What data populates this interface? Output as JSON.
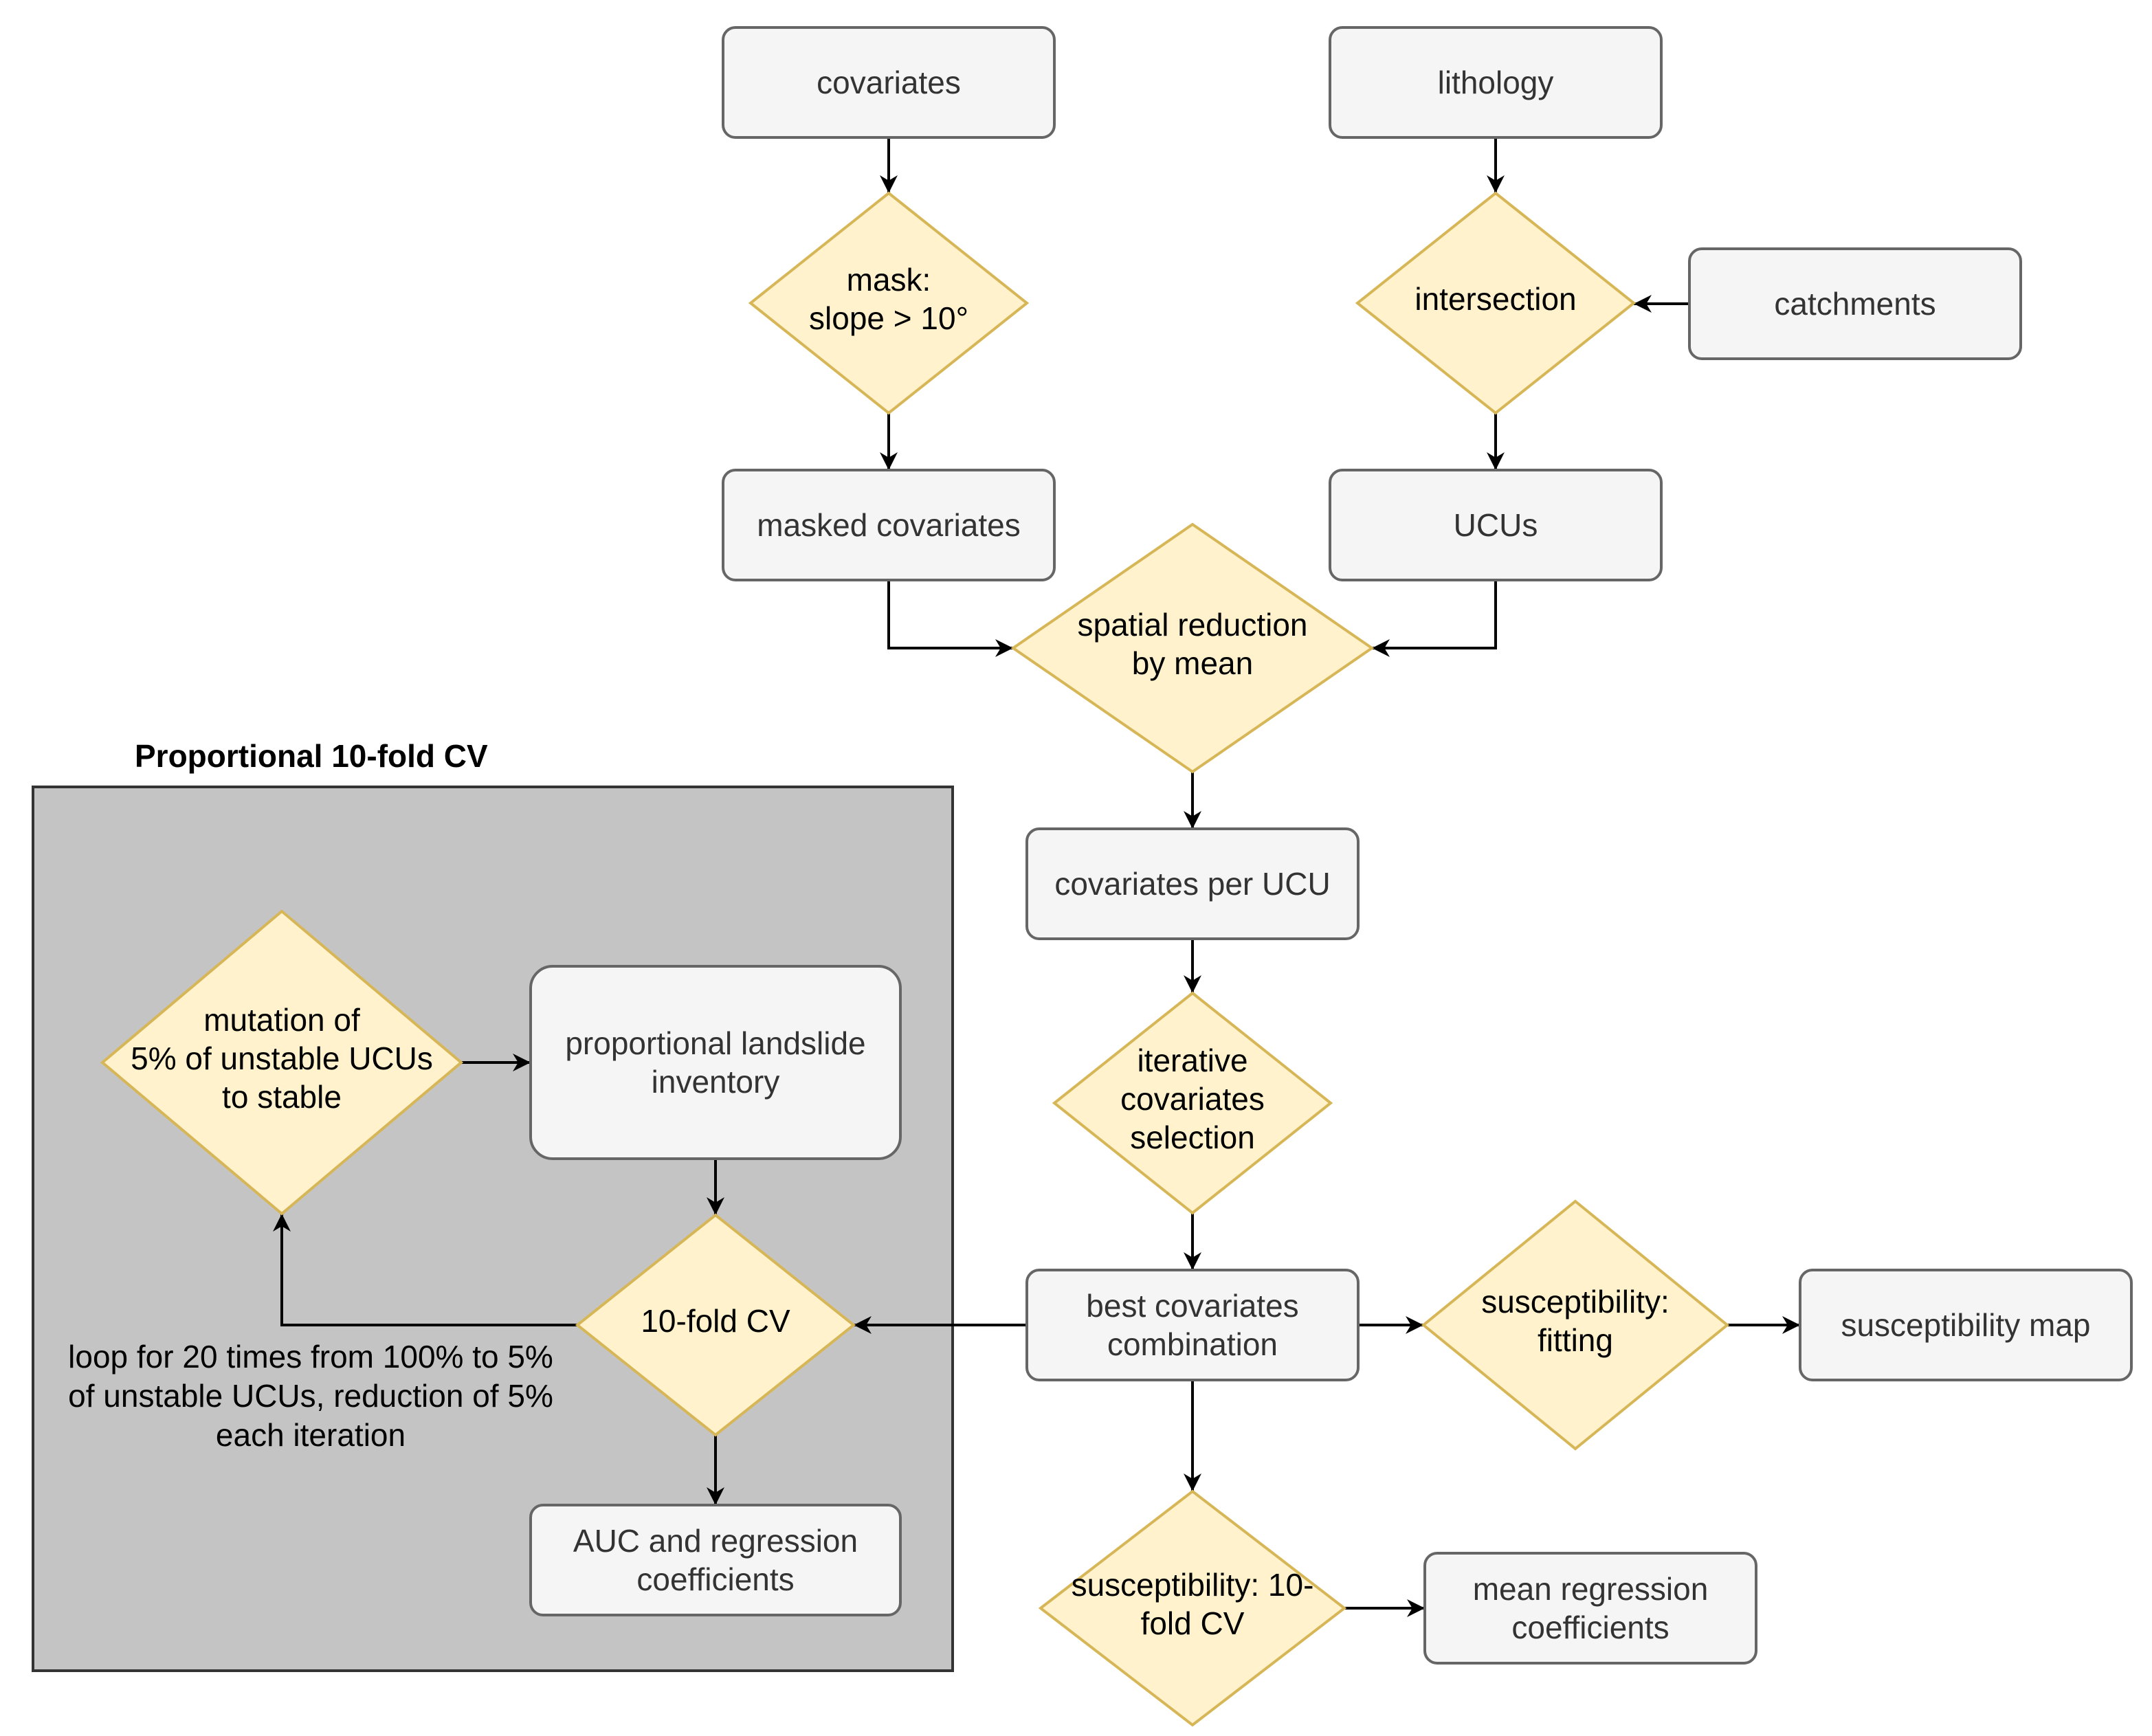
{
  "colors": {
    "box_fill": "#f5f5f5",
    "box_stroke": "#666666",
    "decision_fill": "#fff2cc",
    "decision_stroke": "#d6b656",
    "group_fill": "#c4c4c4",
    "group_stroke": "#333333",
    "arrow": "#000000"
  },
  "group": {
    "title": "Proportional 10-fold CV",
    "loop_note": [
      "loop for 20 times from 100% to 5%",
      "of unstable UCUs, reduction of 5%",
      "each iteration"
    ]
  },
  "boxes": {
    "covariates": [
      "covariates"
    ],
    "lithology": [
      "lithology"
    ],
    "catchments": [
      "catchments"
    ],
    "masked_covariates": [
      "masked covariates"
    ],
    "ucus": [
      "UCUs"
    ],
    "covariates_per_ucu": [
      "covariates per UCU"
    ],
    "best_combination": [
      "best covariates",
      "combination"
    ],
    "susceptibility_map": [
      "susceptibility map"
    ],
    "mean_coefficients": [
      "mean regression",
      "coefficients"
    ],
    "proportional_inventory": [
      "proportional landslide",
      "inventory"
    ],
    "auc_coefficients": [
      "AUC and regression",
      "coefficients"
    ]
  },
  "decisions": {
    "mask": [
      "mask:",
      "slope > 10°"
    ],
    "intersection": [
      "intersection"
    ],
    "spatial_reduction": [
      "spatial reduction",
      "by mean"
    ],
    "iterative_selection": [
      "iterative",
      "covariates",
      "selection"
    ],
    "susceptibility_fitting": [
      "susceptibility:",
      "fitting"
    ],
    "susceptibility_cv": [
      "susceptibility: 10-",
      "fold CV"
    ],
    "mutation": [
      "mutation of",
      "5% of unstable UCUs",
      "to stable"
    ],
    "tenfold_cv": [
      "10-fold CV"
    ]
  }
}
